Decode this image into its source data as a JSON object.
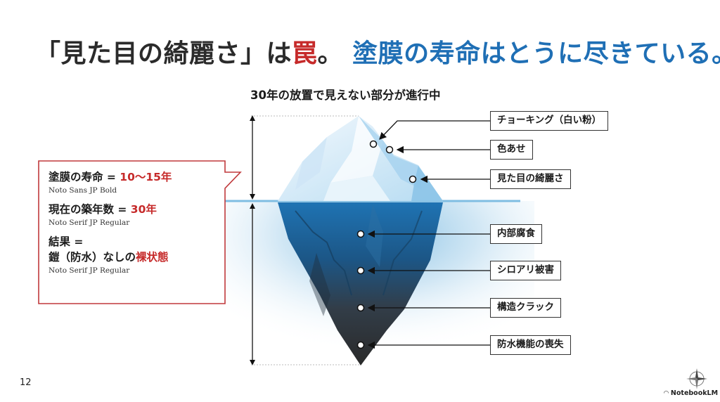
{
  "title": {
    "part1": "「見た目の綺麗さ」は",
    "part2_red": "罠",
    "part3": "。",
    "part4_blue": "塗膜の寿命はとうに尽きている。"
  },
  "diagram": {
    "subtitle": "30年の放置で見えない部分が進行中",
    "above_water_labels": [
      {
        "text": "チョーキング（白い粉）"
      },
      {
        "text": "色あせ"
      },
      {
        "text": "見た目の綺麗さ"
      }
    ],
    "below_water_labels": [
      {
        "text": "内部腐食"
      },
      {
        "text": "シロアリ被害"
      },
      {
        "text": "構造クラック"
      },
      {
        "text": "防水機能の喪失"
      }
    ],
    "colors": {
      "ice_light": "#e4f1fa",
      "ice_mid": "#a9d3ee",
      "water_line": "#7fbde2",
      "underwater_top": "#1f73b3",
      "underwater_bottom": "#2f2f2f",
      "accent_red": "#c62a2a",
      "accent_blue": "#1f6fb5"
    }
  },
  "callout": {
    "line1_prefix": "塗膜の寿命 = ",
    "line1_value": "10〜15年",
    "line1_note": "Noto Sans JP Bold",
    "line2_prefix": "現在の築年数 = ",
    "line2_value": "30年",
    "line2_note": "Noto Serif JP Regular",
    "line3a": "結果 =",
    "line3b_prefix": "鎧（防水）なしの",
    "line3b_value": "裸状態",
    "line3_note": "Noto Serif JP Regular"
  },
  "footer": {
    "page_number": "12",
    "brand": "NotebookLM"
  }
}
